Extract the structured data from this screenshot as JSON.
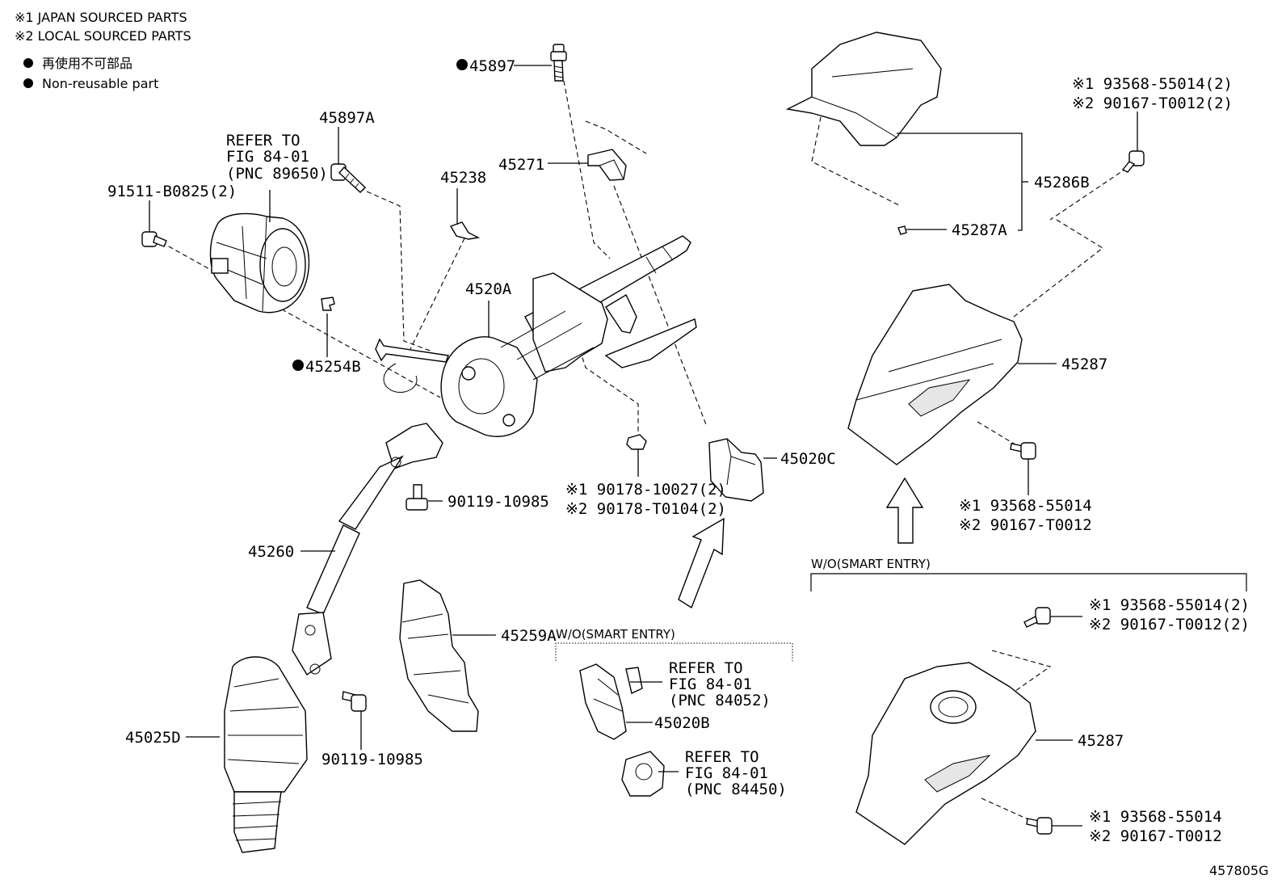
{
  "notes": {
    "japan_sourced": "※1 JAPAN SOURCED PARTS",
    "local_sourced": "※2 LOCAL SOURCED PARTS",
    "non_reusable_ja": "再使用不可部品",
    "non_reusable_en": "Non-reusable part"
  },
  "parts": {
    "p45897": "45897",
    "p45897A": "45897A",
    "p45238": "45238",
    "p45271": "45271",
    "p45286B": "45286B",
    "p45287A": "45287A",
    "p45287_upper": "45287",
    "p45287_lower": "45287",
    "p4520A": "4520A",
    "p45254B": "45254B",
    "p45020C": "45020C",
    "p45260": "45260",
    "p45259A": "45259A",
    "p45025D": "45025D",
    "p45020B": "45020B",
    "p91511": "91511-B0825(2)",
    "p90119_upper": "90119-10985",
    "p90119_lower": "90119-10985",
    "p90178_1": "※1 90178-10027(2)",
    "p90178_2": "※2 90178-T0104(2)",
    "bolt_tr_1": "※1 93568-55014(2)",
    "bolt_tr_2": "※2 90167-T0012(2)",
    "bolt_mr_1": "※1 93568-55014",
    "bolt_mr_2": "※2 90167-T0012",
    "bolt_lr_top_1": "※1 93568-55014(2)",
    "bolt_lr_top_2": "※2 90167-T0012(2)",
    "bolt_lr_bot_1": "※1 93568-55014",
    "bolt_lr_bot_2": "※2 90167-T0012"
  },
  "refers": {
    "r89650": [
      "REFER TO",
      "FIG 84-01",
      "(PNC 89650)"
    ],
    "r84052": [
      "REFER TO",
      "FIG 84-01",
      "(PNC 84052)"
    ],
    "r84450": [
      "REFER TO",
      "FIG 84-01",
      "(PNC 84450)"
    ]
  },
  "sections": {
    "wo_smart_entry_right": "W/O(SMART ENTRY)",
    "wo_smart_entry_center": "W/O(SMART ENTRY)"
  },
  "diagram_id": "457805G"
}
